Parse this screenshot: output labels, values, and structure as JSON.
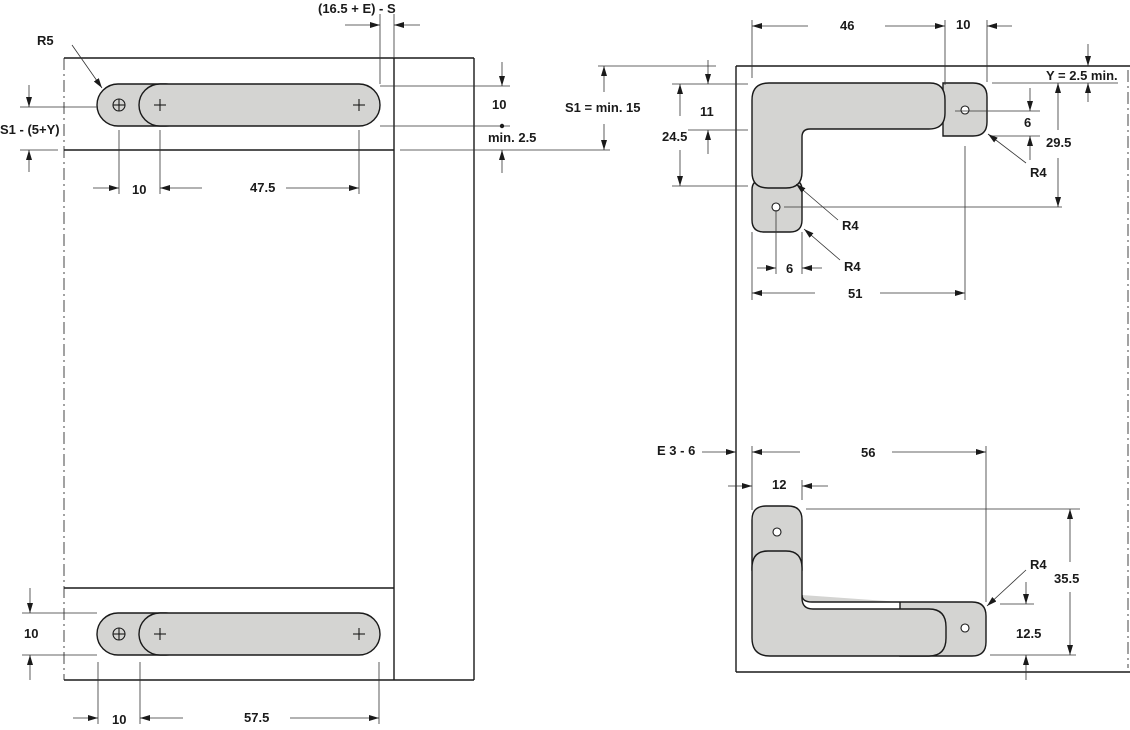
{
  "drawing": {
    "title": "Hinge mounting dimension drawing",
    "part_fill_color": "#d4d4d2",
    "line_color": "#1a1a1a"
  },
  "left_view": {
    "labels": {
      "top_offset": "(16.5 + E) - S",
      "radius": "R5",
      "side_offset": "S1 - (5+Y)",
      "slot_height_top": "10",
      "edge_min": "min. 2.5",
      "top_pitch_a": "10",
      "top_pitch_b": "47.5",
      "bottom_slot_height": "10",
      "bottom_pitch_a": "10",
      "bottom_pitch_b": "57.5"
    }
  },
  "right_view": {
    "labels": {
      "width_46": "46",
      "width_10": "10",
      "y_min": "Y = 2.5 min.",
      "s1_min": "S1 = min. 15",
      "dim_11": "11",
      "dim_24_5": "24.5",
      "dim_6_right": "6",
      "dim_29_5": "29.5",
      "r4_a": "R4",
      "r4_b": "R4",
      "r4_c": "R4",
      "dim_6_bottom": "6",
      "dim_51": "51",
      "e_range": "E 3 - 6",
      "dim_56": "56",
      "dim_12": "12",
      "r4_d": "R4",
      "dim_35_5": "35.5",
      "dim_12_5": "12.5"
    }
  }
}
